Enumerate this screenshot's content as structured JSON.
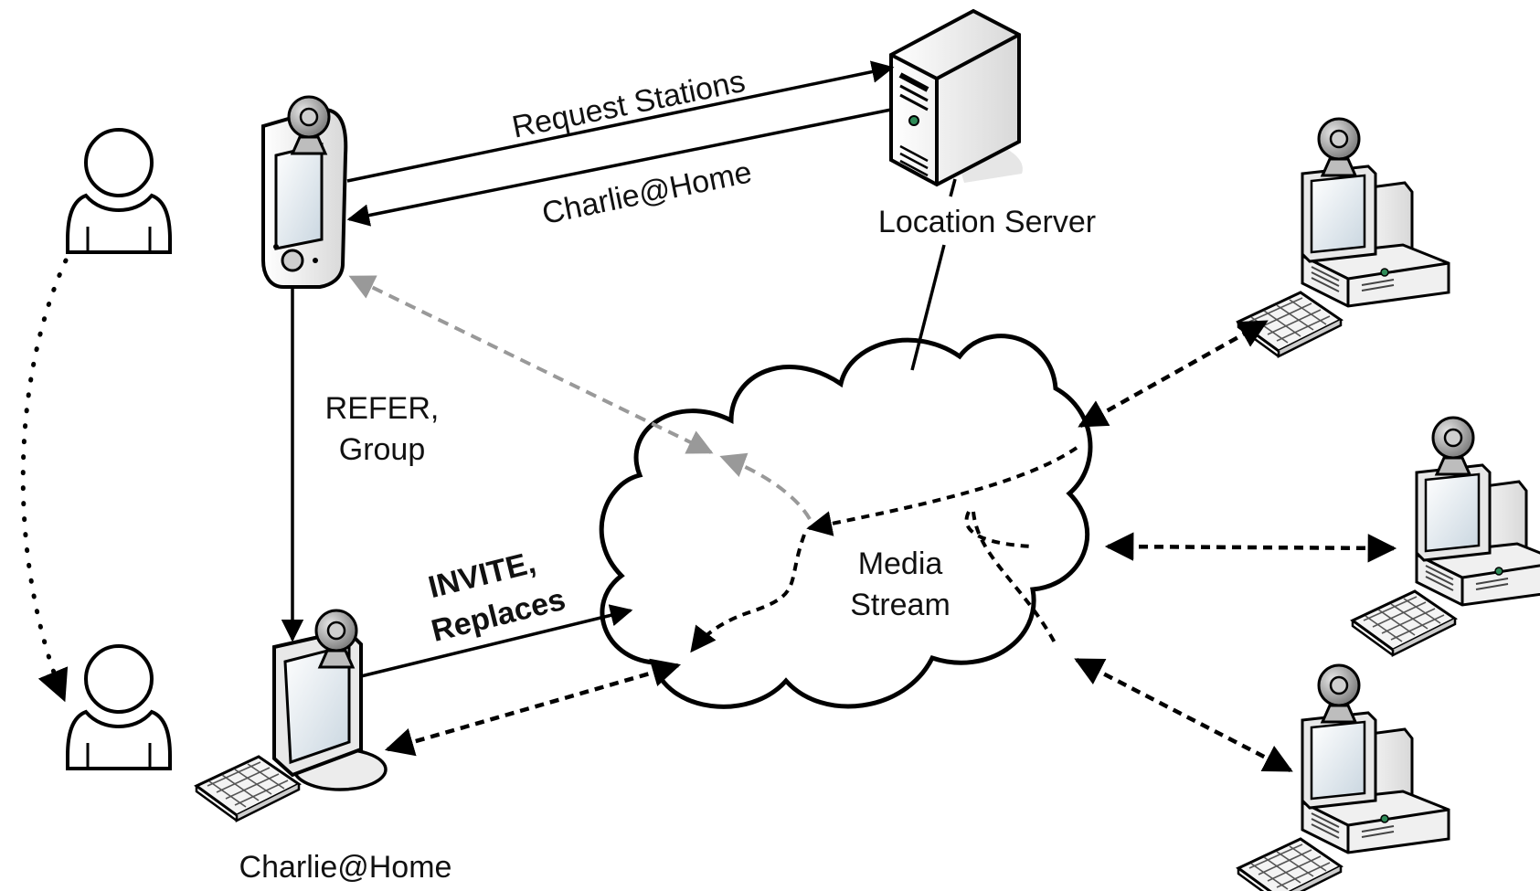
{
  "diagram": {
    "labels": {
      "request_stations": "Request Stations",
      "charlie_home_reply": "Charlie@Home",
      "location_server": "Location Server",
      "refer_line1": "REFER,",
      "refer_line2": "Group",
      "invite_line1": "INVITE,",
      "invite_line2": "Replaces",
      "media_line1": "Media",
      "media_line2": "Stream",
      "charlie_home_station": "Charlie@Home"
    },
    "nodes": [
      {
        "id": "user-top",
        "kind": "person-icon"
      },
      {
        "id": "user-bottom",
        "kind": "person-icon"
      },
      {
        "id": "pda",
        "kind": "pda-with-webcam-icon"
      },
      {
        "id": "location-server",
        "kind": "server-tower-icon"
      },
      {
        "id": "home-station",
        "kind": "monitor-with-webcam-icon"
      },
      {
        "id": "network-cloud",
        "kind": "cloud-icon"
      },
      {
        "id": "remote-station-1",
        "kind": "desktop-pc-with-webcam-icon"
      },
      {
        "id": "remote-station-2",
        "kind": "desktop-pc-with-webcam-icon"
      },
      {
        "id": "remote-station-3",
        "kind": "desktop-pc-with-webcam-icon"
      }
    ],
    "colors": {
      "stroke": "#000000",
      "gray_arrow": "#999999",
      "device_fill": "#f2f2f2",
      "screen_fill": "#dfe8ef"
    }
  }
}
